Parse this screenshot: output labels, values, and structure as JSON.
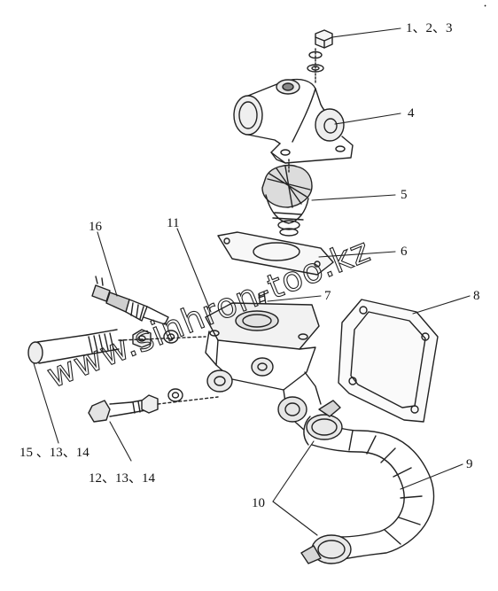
{
  "diagram": {
    "callouts": {
      "c1": "1、2、3",
      "c4": "4",
      "c5": "5",
      "c6": "6",
      "c7": "7",
      "c8": "8",
      "c9": "9",
      "c10": "10",
      "c11": "11",
      "c16": "16",
      "c15": "15 、13、14",
      "c12": "12、13、14"
    },
    "watermark": "www.sinhron-too.kz",
    "corner_mark": "ꞏ"
  }
}
